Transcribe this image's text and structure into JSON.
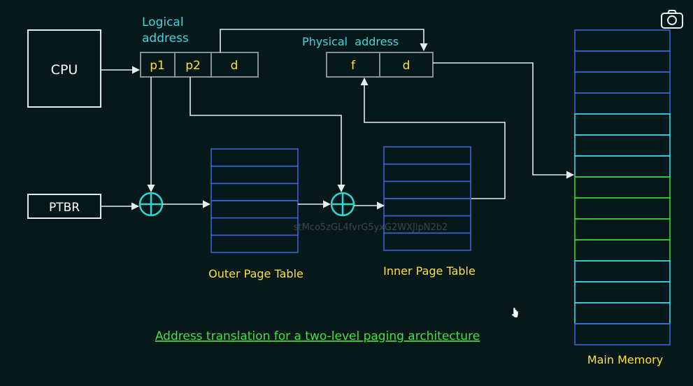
{
  "boxes": {
    "cpu": "CPU",
    "ptbr": "PTBR"
  },
  "logical_address": {
    "title_line1": "Logical",
    "title_line2": "address",
    "fields": [
      "p1",
      "p2",
      "d"
    ]
  },
  "physical_address": {
    "title": "Physical  address",
    "fields": [
      "f",
      "d"
    ]
  },
  "tables": {
    "outer": "Outer Page Table",
    "inner": "Inner Page Table",
    "memory": "Main Memory"
  },
  "memory_rows": 15,
  "memory_highlight_rows": [
    7,
    8,
    9,
    10
  ],
  "table_rows": 6,
  "caption": "Address translation for a two-level paging architecture",
  "watermark": "stMco5zGL4fvrG5yxG2WXJlpN2b2",
  "icons": {
    "camera": "camera-icon",
    "cursor": "mouse-pointer-icon"
  },
  "colors": {
    "background": "#07181a",
    "white": "#e8ecec",
    "cyan_text": "#38d9e0",
    "yellow_text": "#ffe12e",
    "green_text": "#3fe43f",
    "table_border": "#3a63d6",
    "adder": "#2fd7d0",
    "memory_cyan": "#36d7e8",
    "memory_green": "#34d334"
  }
}
